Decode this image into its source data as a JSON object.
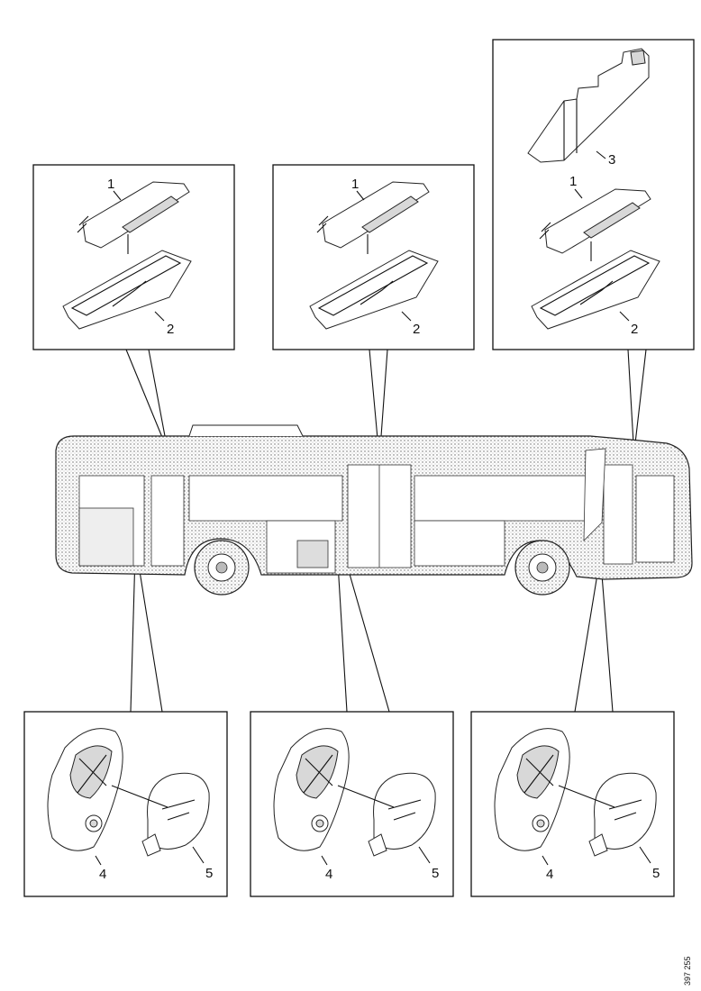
{
  "diagram": {
    "doc_number": "397 255",
    "upper_panels": [
      {
        "callouts": [
          "1",
          "2"
        ]
      },
      {
        "callouts": [
          "1",
          "2"
        ]
      },
      {
        "callouts": [
          "3",
          "1",
          "2"
        ]
      }
    ],
    "lower_panels": [
      {
        "callouts": [
          "4",
          "5"
        ]
      },
      {
        "callouts": [
          "4",
          "5"
        ]
      },
      {
        "callouts": [
          "4",
          "5"
        ]
      }
    ]
  }
}
